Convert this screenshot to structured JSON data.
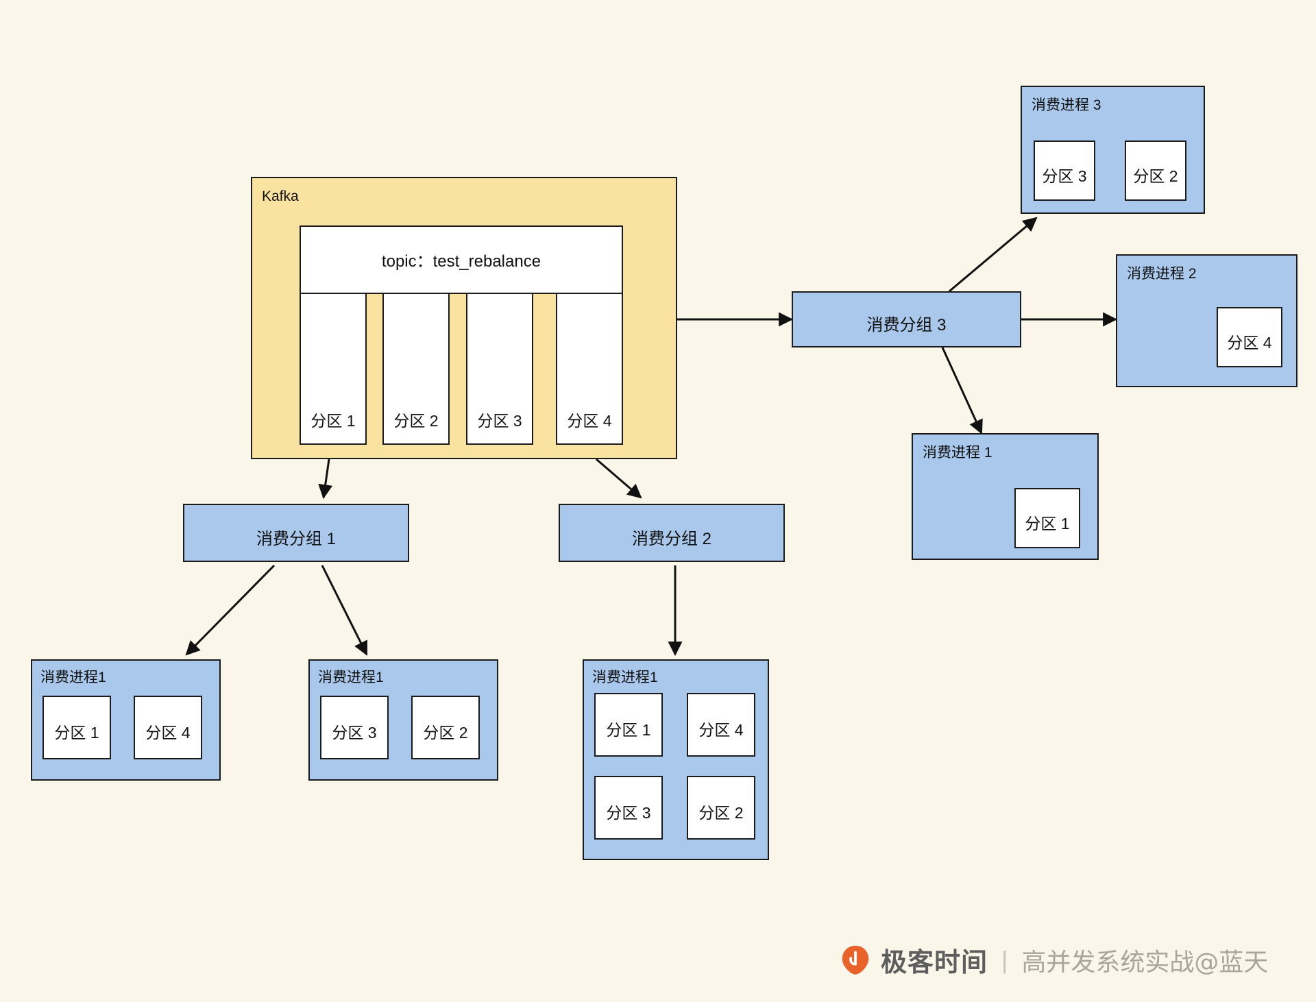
{
  "colors": {
    "background": "#FAF7EA",
    "kafka_fill": "#FAE3A0",
    "consumer_fill": "#A9C8EC",
    "partition_fill": "#FFFFFF",
    "stroke": "#1B1B1B",
    "logo_orange": "#E8622A"
  },
  "kafka": {
    "label": "Kafka",
    "topic_label": "topic：test_rebalance",
    "partitions": [
      {
        "label": "分区 1"
      },
      {
        "label": "分区 2"
      },
      {
        "label": "分区 3"
      },
      {
        "label": "分区 4"
      }
    ]
  },
  "groups": {
    "group1": {
      "label": "消费分组 1"
    },
    "group2": {
      "label": "消费分组 2"
    },
    "group3": {
      "label": "消费分组 3"
    }
  },
  "processes": {
    "g1_p1": {
      "label": "消费进程1",
      "partitions": [
        {
          "label": "分区 1"
        },
        {
          "label": "分区 4"
        }
      ]
    },
    "g1_p2": {
      "label": "消费进程1",
      "partitions": [
        {
          "label": "分区 3"
        },
        {
          "label": "分区 2"
        }
      ]
    },
    "g2_p1": {
      "label": "消费进程1",
      "partitions": [
        {
          "label": "分区 1"
        },
        {
          "label": "分区 4"
        },
        {
          "label": "分区 3"
        },
        {
          "label": "分区 2"
        }
      ]
    },
    "g3_p1": {
      "label": "消费进程 1",
      "partitions": [
        {
          "label": "分区 1"
        }
      ]
    },
    "g3_p2": {
      "label": "消费进程 2",
      "partitions": [
        {
          "label": "分区 4"
        }
      ]
    },
    "g3_p3": {
      "label": "消费进程 3",
      "partitions": [
        {
          "label": "分区 3"
        },
        {
          "label": "分区 2"
        }
      ]
    }
  },
  "watermark": {
    "brand": "极客时间",
    "separator": "|",
    "subtitle": "高并发系统实战@蓝天"
  }
}
